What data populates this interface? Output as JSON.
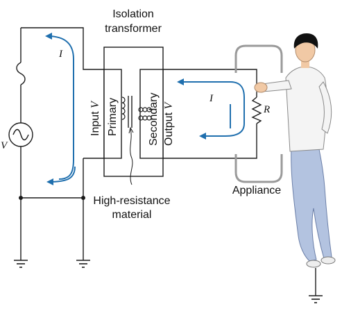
{
  "transformer": {
    "title_line1": "Isolation",
    "title_line2": "transformer",
    "primary_label": "Primary",
    "secondary_label": "Secondary"
  },
  "input_side": {
    "input_prefix": "Input ",
    "input_var": "V",
    "current_label": "I",
    "source_label": "V"
  },
  "output_side": {
    "output_prefix": "Output ",
    "output_var": "V",
    "current_label": "I",
    "resistor_label": "R",
    "appliance_label": "Appliance"
  },
  "core": {
    "material_line1": "High-resistance",
    "material_line2": "material"
  },
  "colors": {
    "wire": "#1a1a1a",
    "current_arrow": "#1f6fae",
    "appliance_outline": "#9a9a9a",
    "jeans": "#b3c3e0",
    "shirt": "#f4f4f4",
    "skin": "#f1c9a5",
    "hair": "#111111"
  }
}
